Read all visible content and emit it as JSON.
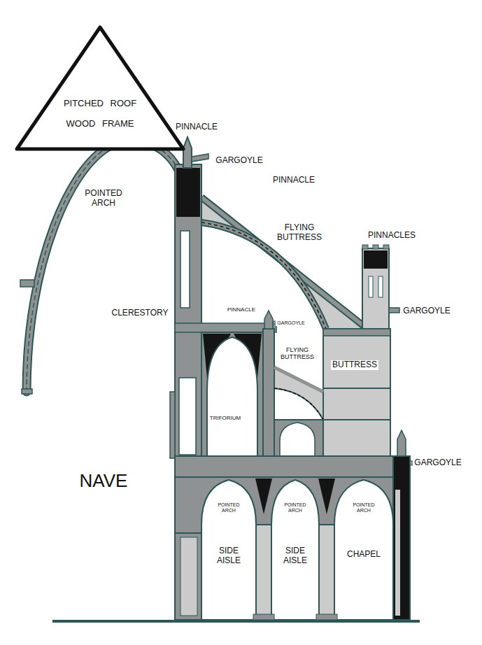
{
  "diagram": {
    "nodes": [
      {
        "text": [
          "PITCHED ROOF WOOD FRAME"
        ]
      }
    ],
    "labels": [
      "PINNACLE",
      "GARGOYLE",
      "PINNACLE",
      "POINTED ARCH",
      "FLYING BUTTRESS",
      "PINNACLES",
      "CLERESTORY",
      "PINNACLE",
      "GARGOYLE",
      "FLYING BUTTRESS",
      "GARGOYLE",
      "BUTTRESS",
      "TRIFORIUM",
      "NAVE",
      "GARGOYLE",
      "POINTED ARCH",
      "POINTED ARCH",
      "POINTED ARCH",
      "SIDE AISLE",
      "SIDE AISLE",
      "CHAPEL"
    ]
  }
}
